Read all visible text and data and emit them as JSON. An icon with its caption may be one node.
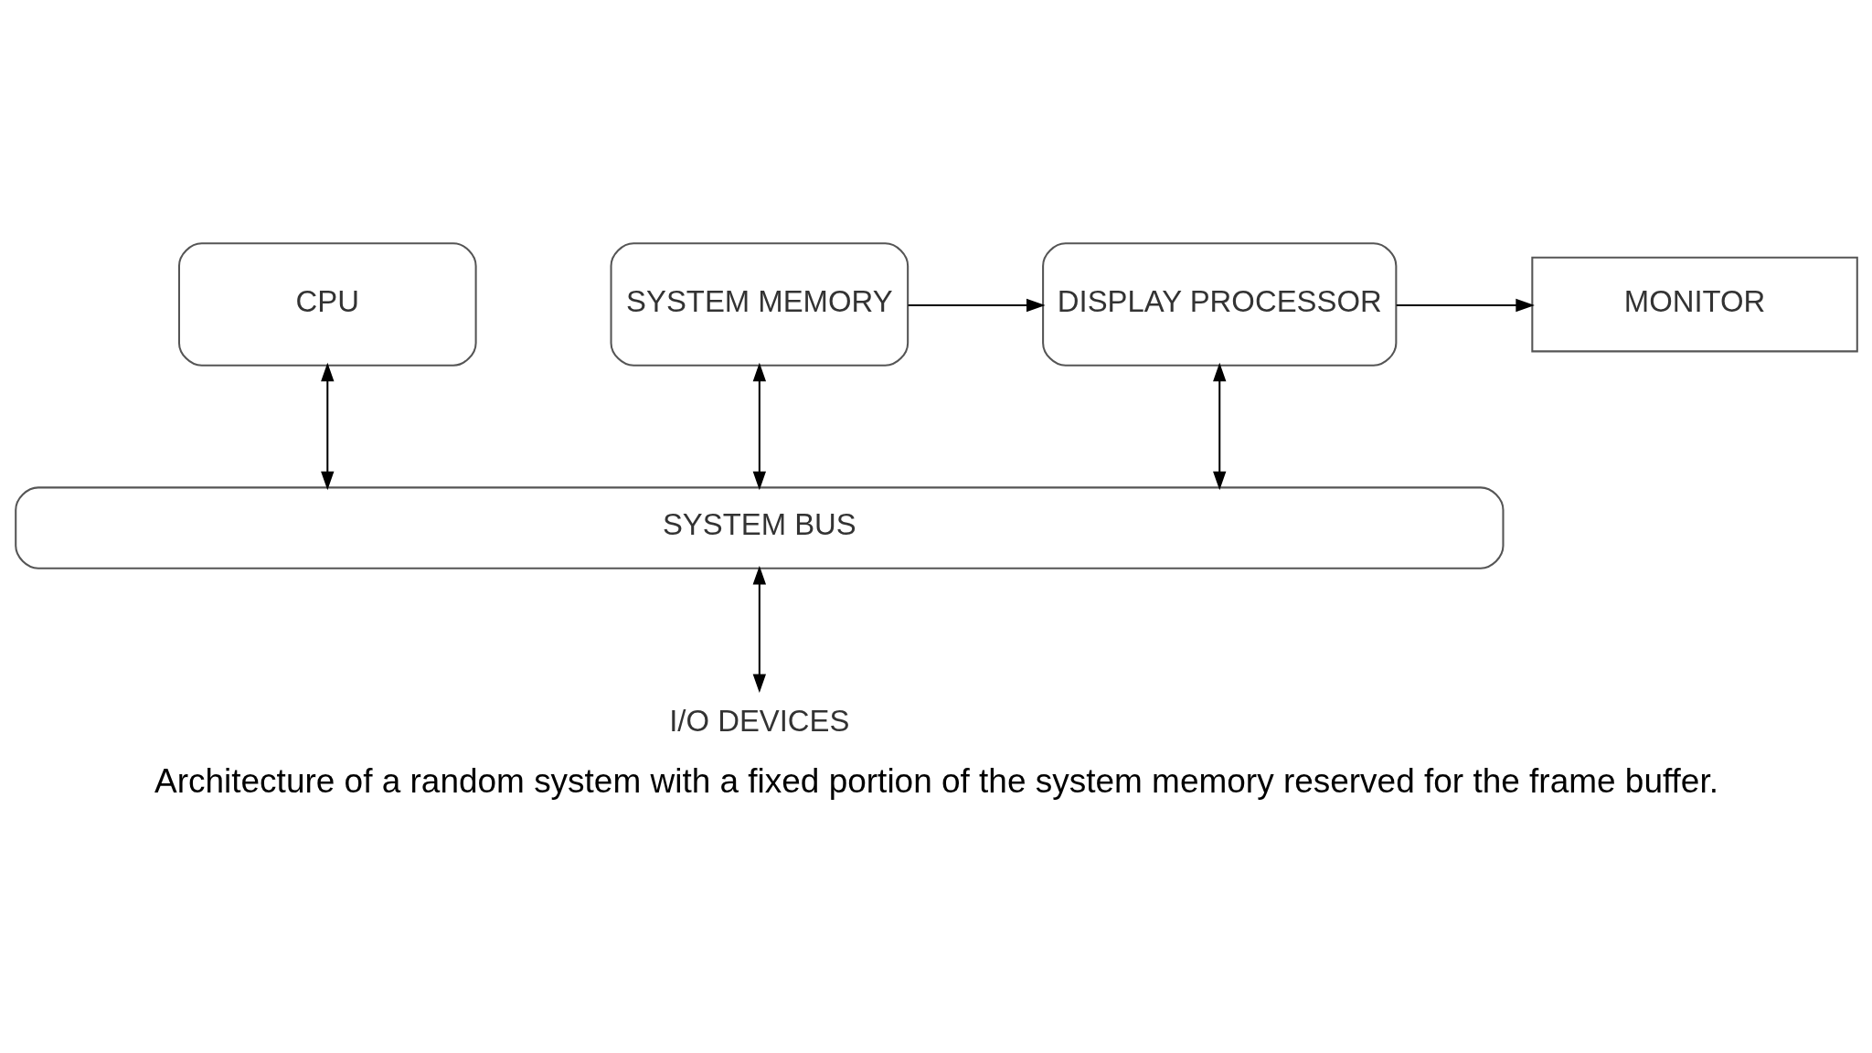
{
  "diagram": {
    "caption": "Architecture of a random system with a fixed portion of the system memory reserved for the frame buffer.",
    "nodes": [
      {
        "text": [
          "CPU"
        ]
      },
      {
        "text": [
          "SYSTEM MEMORY"
        ]
      },
      {
        "text": [
          "DISPLAY PROCESSOR"
        ]
      },
      {
        "text": [
          "MONITOR"
        ]
      },
      {
        "text": [
          "SYSTEM BUS"
        ]
      },
      {
        "text": [
          "I/O DEVICES"
        ]
      }
    ],
    "edges": [
      {
        "from": 1,
        "to": 2,
        "arrow": "to"
      },
      {
        "from": 2,
        "to": 3,
        "arrow": "to"
      },
      {
        "from": 0,
        "to": 4,
        "arrow": "both"
      },
      {
        "from": 1,
        "to": 4,
        "arrow": "both"
      },
      {
        "from": 2,
        "to": 4,
        "arrow": "both"
      },
      {
        "from": 4,
        "to": 5,
        "arrow": "both"
      }
    ]
  }
}
